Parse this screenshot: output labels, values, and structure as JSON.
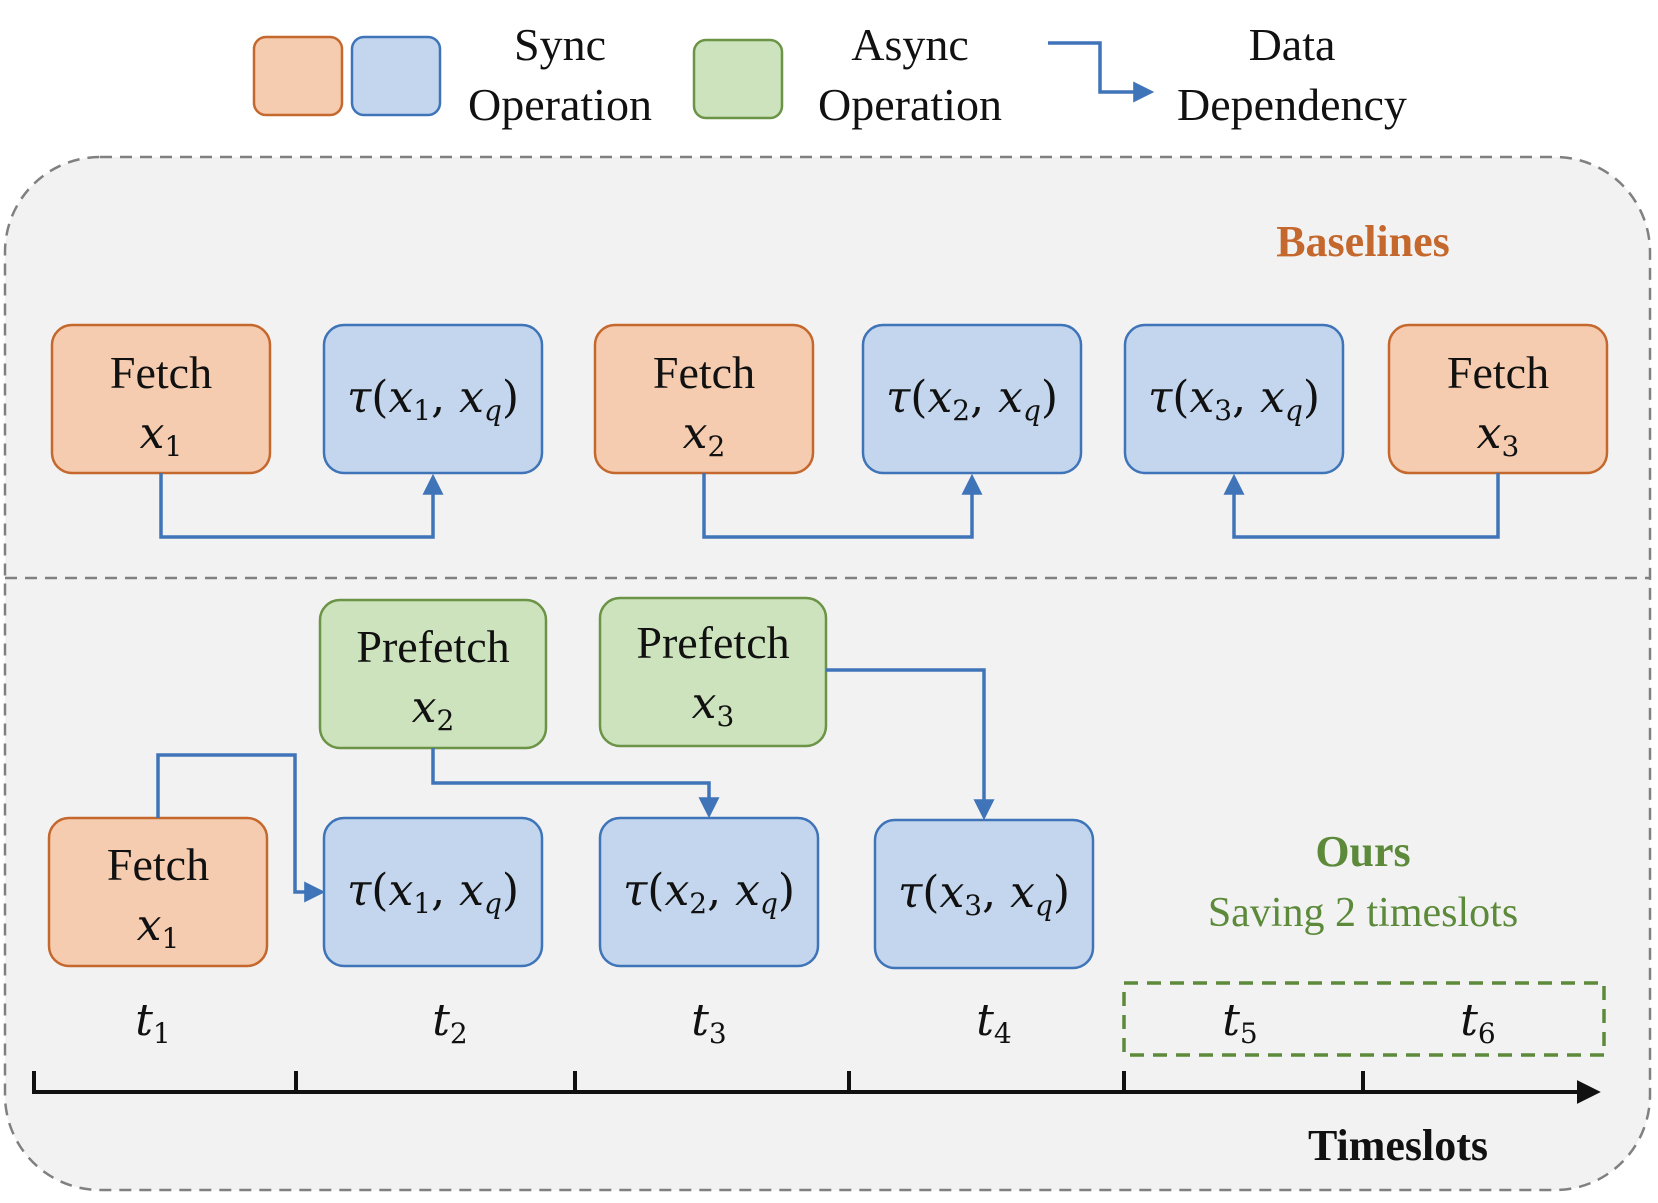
{
  "colors": {
    "sync_orange_fill": "#f5ccb0",
    "sync_orange_stroke": "#c5682d",
    "sync_blue_fill": "#c3d6ee",
    "sync_blue_stroke": "#3f74b8",
    "async_green_fill": "#cde3bd",
    "async_green_stroke": "#6b9446",
    "dependency_arrow": "#3f74b8",
    "baselines_heading": "#c5682d",
    "ours_heading": "#5c8a3a",
    "panel_background": "#f2f2f2"
  },
  "legend": {
    "sync_line1": "Sync",
    "sync_line2": "Operation",
    "async_line1": "Async",
    "async_line2": "Operation",
    "dep_line1": "Data",
    "dep_line2": "Dependency"
  },
  "baselines": {
    "heading": "Baselines",
    "ops": [
      {
        "kind": "fetch",
        "line1": "Fetch",
        "var": "x",
        "sub": "1"
      },
      {
        "kind": "compute",
        "tau": "τ",
        "a": "x",
        "a_sub": "1",
        "b": "x",
        "b_sub": "q"
      },
      {
        "kind": "fetch",
        "line1": "Fetch",
        "var": "x",
        "sub": "2"
      },
      {
        "kind": "compute",
        "tau": "τ",
        "a": "x",
        "a_sub": "2",
        "b": "x",
        "b_sub": "q"
      },
      {
        "kind": "compute",
        "tau": "τ",
        "a": "x",
        "a_sub": "3",
        "b": "x",
        "b_sub": "q"
      },
      {
        "kind": "fetch",
        "line1": "Fetch",
        "var": "x",
        "sub": "3"
      }
    ]
  },
  "ours": {
    "heading": "Ours",
    "subheading": "Saving 2 timeslots",
    "prefetch": [
      {
        "line1": "Prefetch",
        "var": "x",
        "sub": "2"
      },
      {
        "line1": "Prefetch",
        "var": "x",
        "sub": "3"
      }
    ],
    "fetch": {
      "line1": "Fetch",
      "var": "x",
      "sub": "1"
    },
    "computes": [
      {
        "tau": "τ",
        "a": "x",
        "a_sub": "1",
        "b": "x",
        "b_sub": "q"
      },
      {
        "tau": "τ",
        "a": "x",
        "a_sub": "2",
        "b": "x",
        "b_sub": "q"
      },
      {
        "tau": "τ",
        "a": "x",
        "a_sub": "3",
        "b": "x",
        "b_sub": "q"
      }
    ]
  },
  "timeline": {
    "label": "Timeslots",
    "slots": [
      {
        "var": "t",
        "sub": "1"
      },
      {
        "var": "t",
        "sub": "2"
      },
      {
        "var": "t",
        "sub": "3"
      },
      {
        "var": "t",
        "sub": "4"
      },
      {
        "var": "t",
        "sub": "5"
      },
      {
        "var": "t",
        "sub": "6"
      }
    ]
  }
}
